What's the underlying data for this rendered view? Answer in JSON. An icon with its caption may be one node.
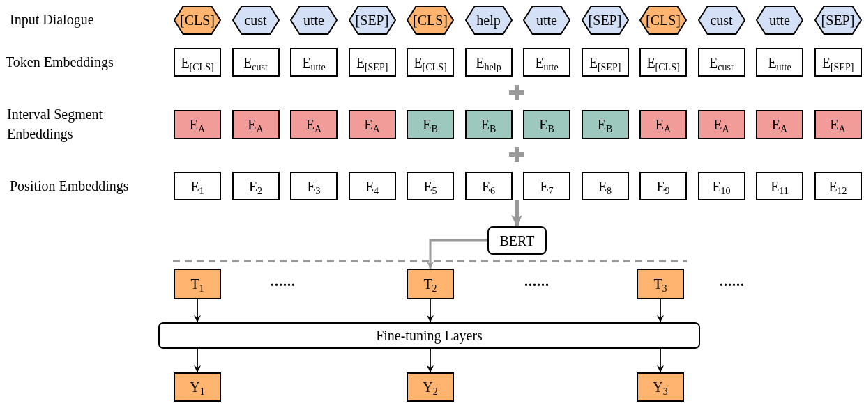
{
  "diagram": {
    "nodes": [
      {
        "text": [
          "[CLS]"
        ]
      },
      {
        "text": [
          "cust"
        ]
      },
      {
        "text": [
          "utte"
        ]
      },
      {
        "text": [
          "[SEP]"
        ]
      },
      {
        "text": [
          "[CLS]"
        ]
      },
      {
        "text": [
          "help"
        ]
      },
      {
        "text": [
          "utte"
        ]
      },
      {
        "text": [
          "[SEP]"
        ]
      },
      {
        "text": [
          "[CLS]"
        ]
      },
      {
        "text": [
          "cust"
        ]
      },
      {
        "text": [
          "utte"
        ]
      },
      {
        "text": [
          "[SEP]"
        ]
      },
      {
        "text": [
          "E$_{[CLS]}$"
        ]
      },
      {
        "text": [
          "E$_{cust}$"
        ]
      },
      {
        "text": [
          "E$_{utte}$"
        ]
      },
      {
        "text": [
          "E$_{[SEP]}$"
        ]
      },
      {
        "text": [
          "E$_{[CLS]}$"
        ]
      },
      {
        "text": [
          "E$_{help}$"
        ]
      },
      {
        "text": [
          "E$_{utte}$"
        ]
      },
      {
        "text": [
          "E$_{[SEP]}$"
        ]
      },
      {
        "text": [
          "E$_{[CLS]}$"
        ]
      },
      {
        "text": [
          "E$_{cust}$"
        ]
      },
      {
        "text": [
          "E$_{utte}$"
        ]
      },
      {
        "text": [
          "E$_{[SEP]}$"
        ]
      },
      {
        "text": [
          "E$_{A}$"
        ]
      },
      {
        "text": [
          "E$_{A}$"
        ]
      },
      {
        "text": [
          "E$_{A}$"
        ]
      },
      {
        "text": [
          "E$_{A}$"
        ]
      },
      {
        "text": [
          "E$_{B}$"
        ]
      },
      {
        "text": [
          "E$_{B}$"
        ]
      },
      {
        "text": [
          "E$_{B}$"
        ]
      },
      {
        "text": [
          "E$_{B}$"
        ]
      },
      {
        "text": [
          "E$_{A}$"
        ]
      },
      {
        "text": [
          "E$_{A}$"
        ]
      },
      {
        "text": [
          "E$_{A}$"
        ]
      },
      {
        "text": [
          "E$_{A}$"
        ]
      },
      {
        "text": [
          "E$_{1}$"
        ]
      },
      {
        "text": [
          "E$_{2}$"
        ]
      },
      {
        "text": [
          "E$_{3}$"
        ]
      },
      {
        "text": [
          "E$_{4}$"
        ]
      },
      {
        "text": [
          "E$_{5}$"
        ]
      },
      {
        "text": [
          "E$_{6}$"
        ]
      },
      {
        "text": [
          "E$_{7}$"
        ]
      },
      {
        "text": [
          "E$_{8}$"
        ]
      },
      {
        "text": [
          "E$_{9}$"
        ]
      },
      {
        "text": [
          "E$_{10}$"
        ]
      },
      {
        "text": [
          "E$_{11}$"
        ]
      },
      {
        "text": [
          "E$_{12}$"
        ]
      },
      {
        "text": [
          "BERT"
        ]
      },
      {
        "text": [
          "T$_{1}$"
        ]
      },
      {
        "text": [
          "T$_{2}$"
        ]
      },
      {
        "text": [
          "T$_{3}$"
        ]
      },
      {
        "text": [
          "Fine-tuning Layers"
        ]
      },
      {
        "text": [
          "Y$_{1}$"
        ]
      },
      {
        "text": [
          "Y$_{2}$"
        ]
      },
      {
        "text": [
          "Y$_{3}$"
        ]
      }
    ],
    "edges": [
      {
        "from": 41,
        "to": 48,
        "arrow": "to",
        "style": "thick",
        "color": "#999999"
      },
      {
        "from": 48,
        "to": 50,
        "arrow": "to",
        "color": "#999999"
      },
      {
        "from": 49,
        "to": 52,
        "arrow": "to"
      },
      {
        "from": 50,
        "to": 52,
        "arrow": "to"
      },
      {
        "from": 51,
        "to": 52,
        "arrow": "to"
      },
      {
        "from": 52,
        "to": 53,
        "arrow": "to"
      },
      {
        "from": 52,
        "to": 54,
        "arrow": "to"
      },
      {
        "from": 52,
        "to": 55,
        "arrow": "to"
      }
    ],
    "labels": [
      "Input Dialogue",
      "Token Embeddings",
      "Interval Segment Enbeddings",
      "Position Embeddings",
      "......",
      "......",
      "......"
    ]
  }
}
